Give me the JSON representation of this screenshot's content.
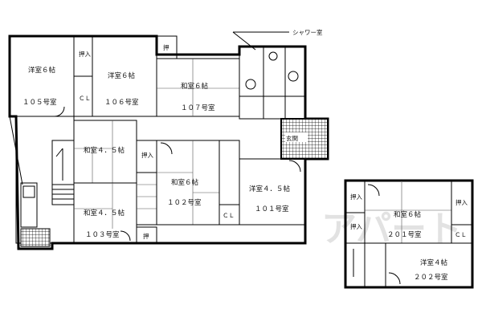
{
  "floor1": {
    "rooms": {
      "r105": {
        "type": "洋室６帖",
        "name": "１０５号室"
      },
      "r106": {
        "type": "洋室６帖",
        "name": "１０６号室"
      },
      "r107": {
        "type": "和室６帖",
        "name": "１０７号室"
      },
      "wa45a": {
        "type": "和室４．５帖"
      },
      "r102": {
        "type": "和室６帖",
        "name": "１０２号室"
      },
      "r101": {
        "type": "洋室４．５帖",
        "name": "１０１号室"
      },
      "r103": {
        "type": "和室４．５帖",
        "name": "１０３号室"
      }
    },
    "closets": {
      "oshi1": "押入",
      "cl1": "ＣＬ",
      "oshi2": "押",
      "oshi3": "押入",
      "cl2": "ＣＬ",
      "oshi4": "押"
    },
    "genkan": "玄関",
    "shower": "シャワー室"
  },
  "floor2": {
    "rooms": {
      "r201": {
        "type": "和室６帖",
        "name": "２０１号室"
      },
      "r202": {
        "type": "洋室４帖",
        "name": "２０２号室"
      }
    },
    "closets": {
      "oshi5": "押入",
      "oshi6": "押入",
      "oshi7": "押入",
      "cl3": "ＣＬ"
    }
  },
  "watermark": "アパート"
}
